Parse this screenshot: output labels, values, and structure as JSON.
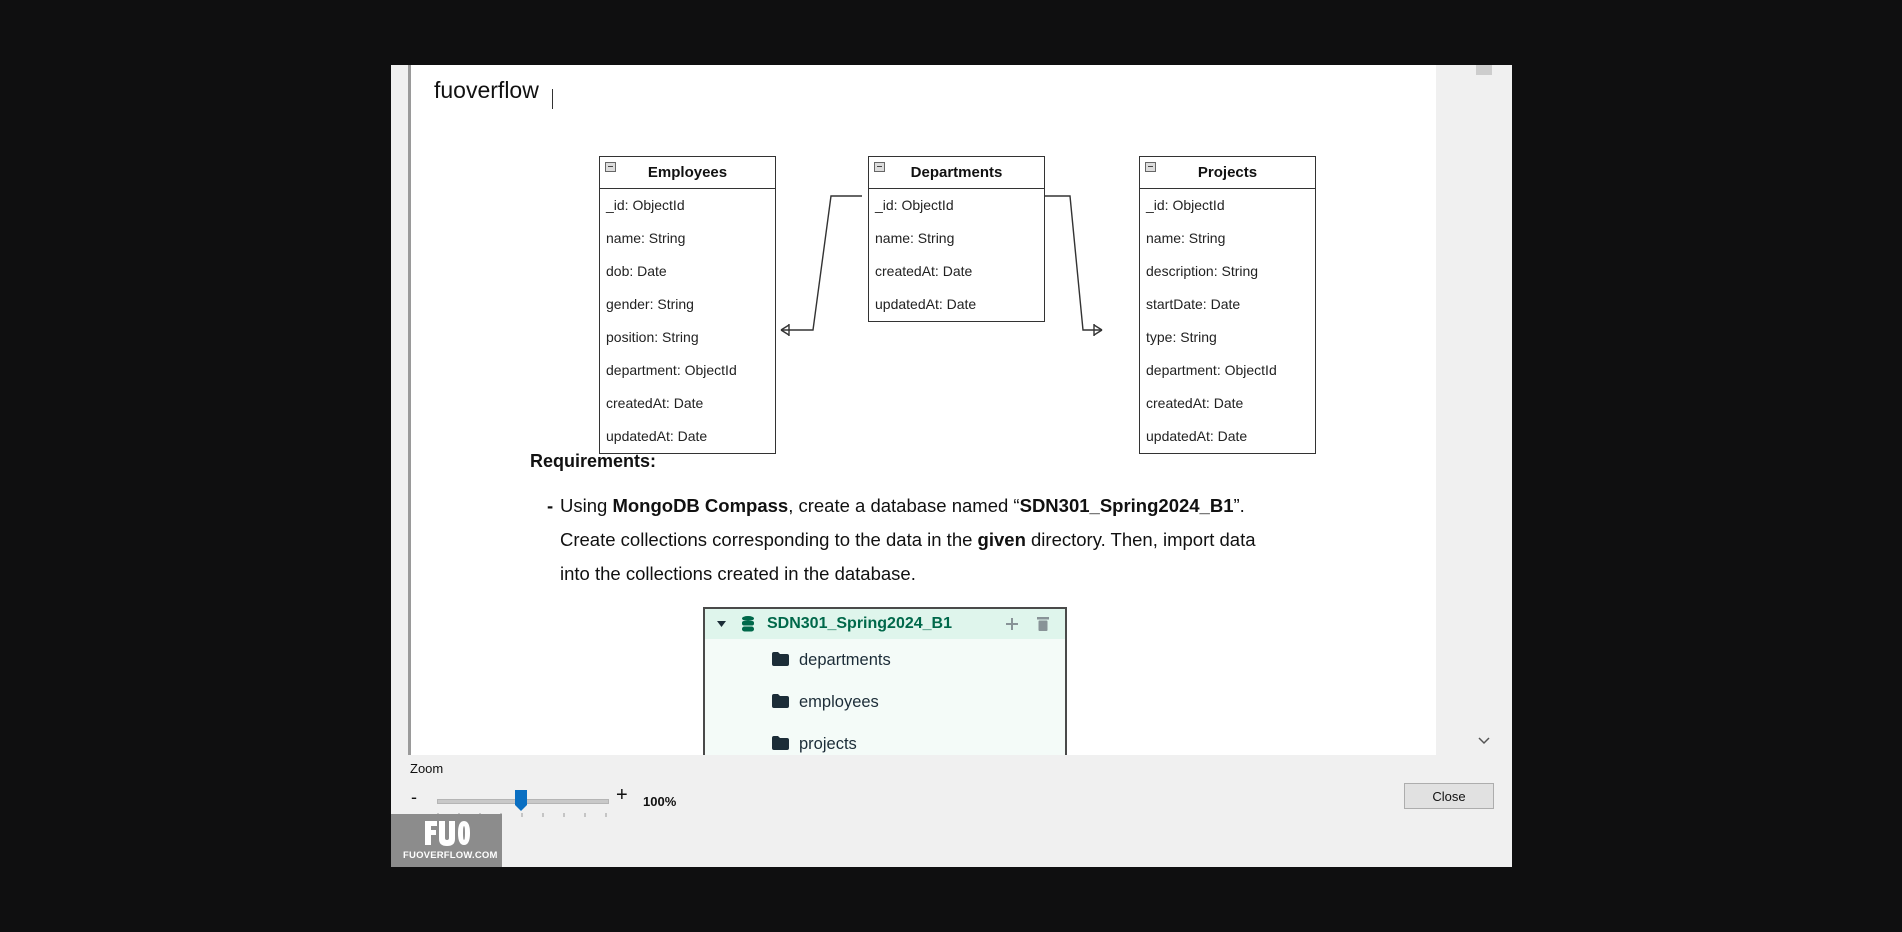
{
  "document": {
    "label": "fuoverflow",
    "entities": {
      "employees": {
        "title": "Employees",
        "fields": [
          "_id: ObjectId",
          "name: String",
          "dob: Date",
          "gender: String",
          "position: String",
          "department: ObjectId",
          "createdAt: Date",
          "updatedAt: Date"
        ]
      },
      "departments": {
        "title": "Departments",
        "fields": [
          "_id: ObjectId",
          "name: String",
          "createdAt: Date",
          "updatedAt: Date"
        ]
      },
      "projects": {
        "title": "Projects",
        "fields": [
          "_id: ObjectId",
          "name: String",
          "description: String",
          "startDate: Date",
          "type: String",
          "department: ObjectId",
          "createdAt: Date",
          "updatedAt: Date"
        ]
      }
    },
    "requirements": {
      "title": "Requirements:",
      "bullet": "-",
      "line1": {
        "a": "Using ",
        "b": "MongoDB Compass",
        "c": ", create a database named “",
        "d": "SDN301_Spring2024_B1",
        "e": "”."
      },
      "line2": {
        "a": "Create collections corresponding to the data in the ",
        "b": "given",
        "c": " directory. Then, import data"
      },
      "line3": "into the collections created in the database."
    },
    "compass": {
      "database": "SDN301_Spring2024_B1",
      "collections": [
        "departments",
        "employees",
        "projects"
      ]
    }
  },
  "zoom": {
    "label": "Zoom",
    "minus": "-",
    "plus": "+",
    "percent": "100%",
    "value": 100
  },
  "buttons": {
    "close": "Close"
  },
  "watermark": {
    "mark": "FUO",
    "site": "FUOVERFLOW.COM"
  },
  "colors": {
    "compass_green": "#00684a",
    "compass_header_bg": "#dff5ec",
    "slider_thumb": "#0a6fc2"
  }
}
